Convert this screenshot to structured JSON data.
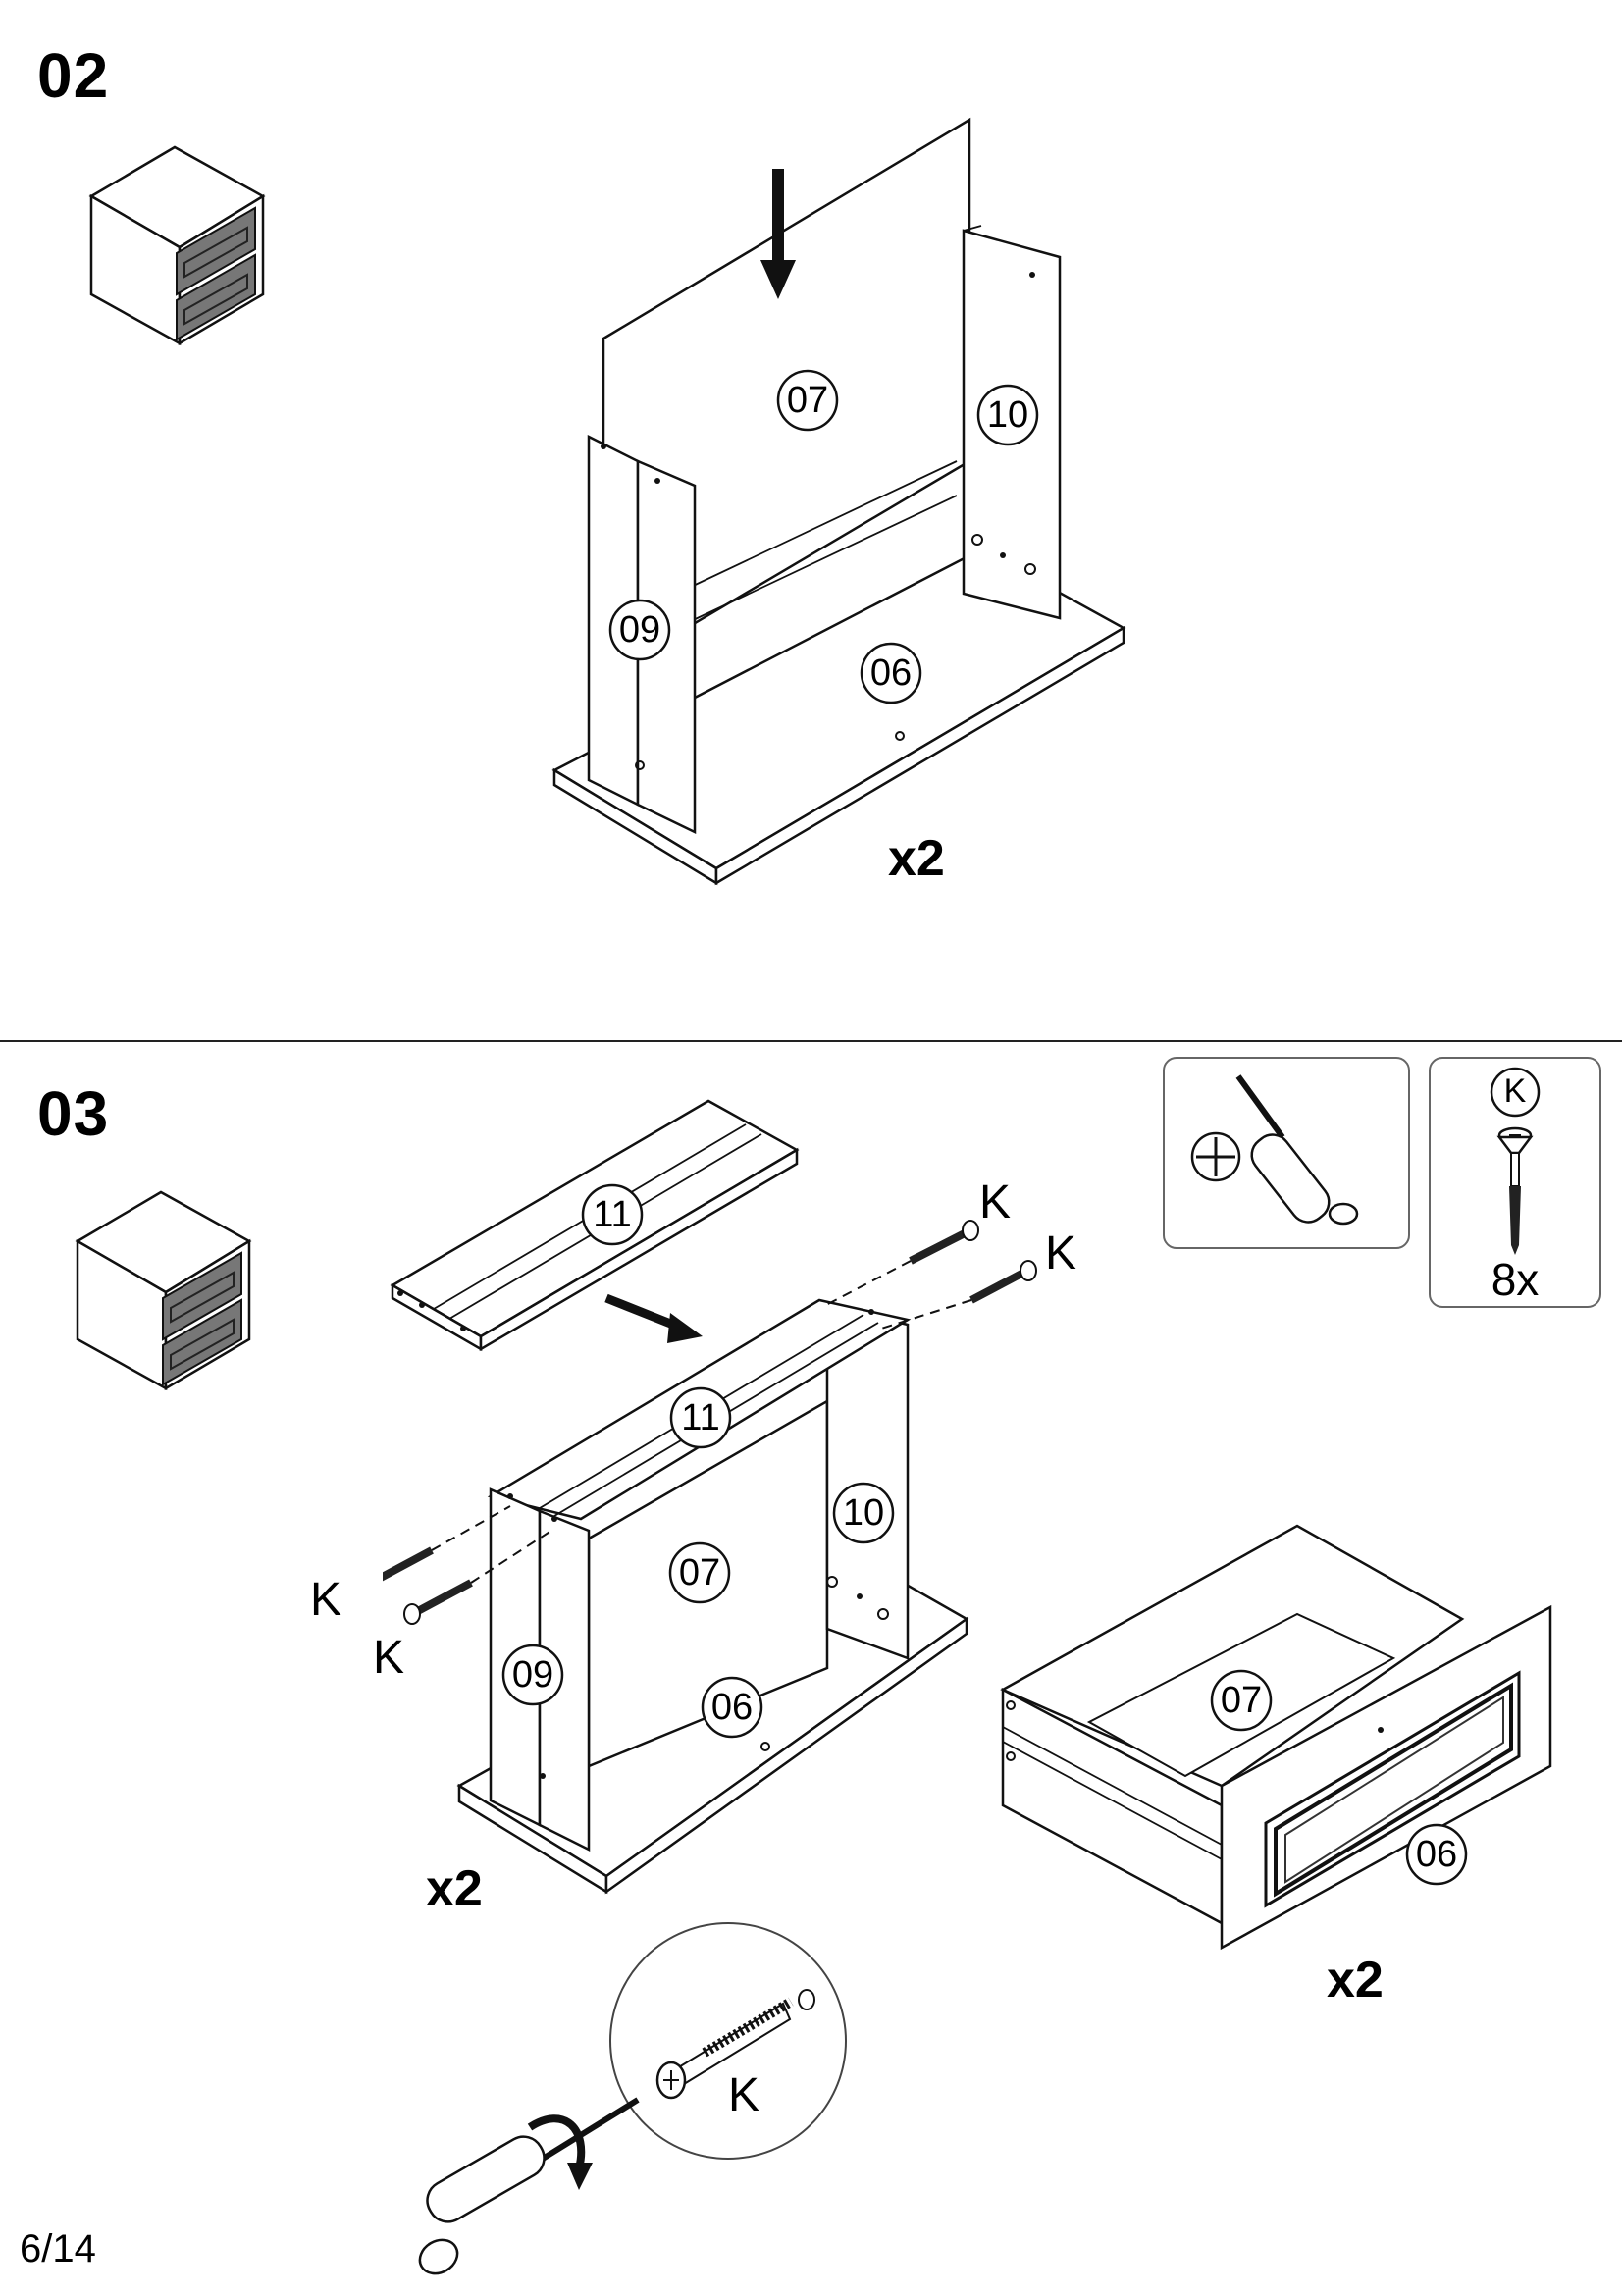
{
  "steps": [
    {
      "number": "02",
      "multiplier": "x2"
    },
    {
      "number": "03",
      "multiplier_left": "x2",
      "multiplier_right": "x2"
    }
  ],
  "parts": {
    "p06": "06",
    "p07": "07",
    "p09": "09",
    "p10": "10",
    "p11": "11"
  },
  "fastener": {
    "code": "K",
    "count": "8x"
  },
  "page": {
    "number": "6/14"
  }
}
